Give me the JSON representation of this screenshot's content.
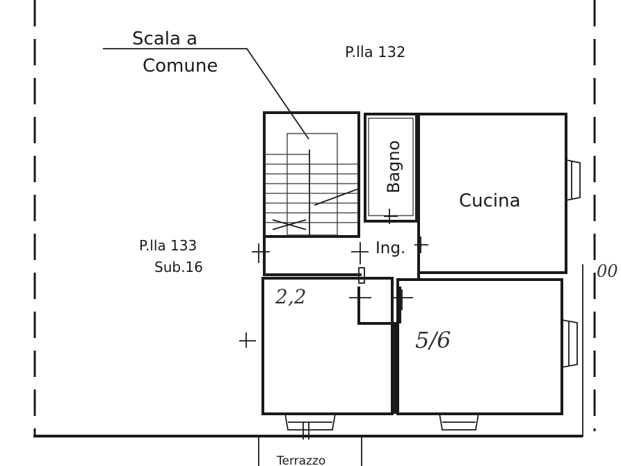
{
  "labels": {
    "scala_line1": "Scala a",
    "scala_line2": "Comune",
    "plla_132": "P.lla 132",
    "plla_133": "P.lla 133",
    "sub16": "Sub.16",
    "bagno": "Bagno",
    "cucina": "Cucina",
    "ing": "Ing.",
    "room_a": "2,2",
    "room_b": "5/6",
    "terrazzo": "Terrazzo",
    "edge_mark": "00"
  }
}
